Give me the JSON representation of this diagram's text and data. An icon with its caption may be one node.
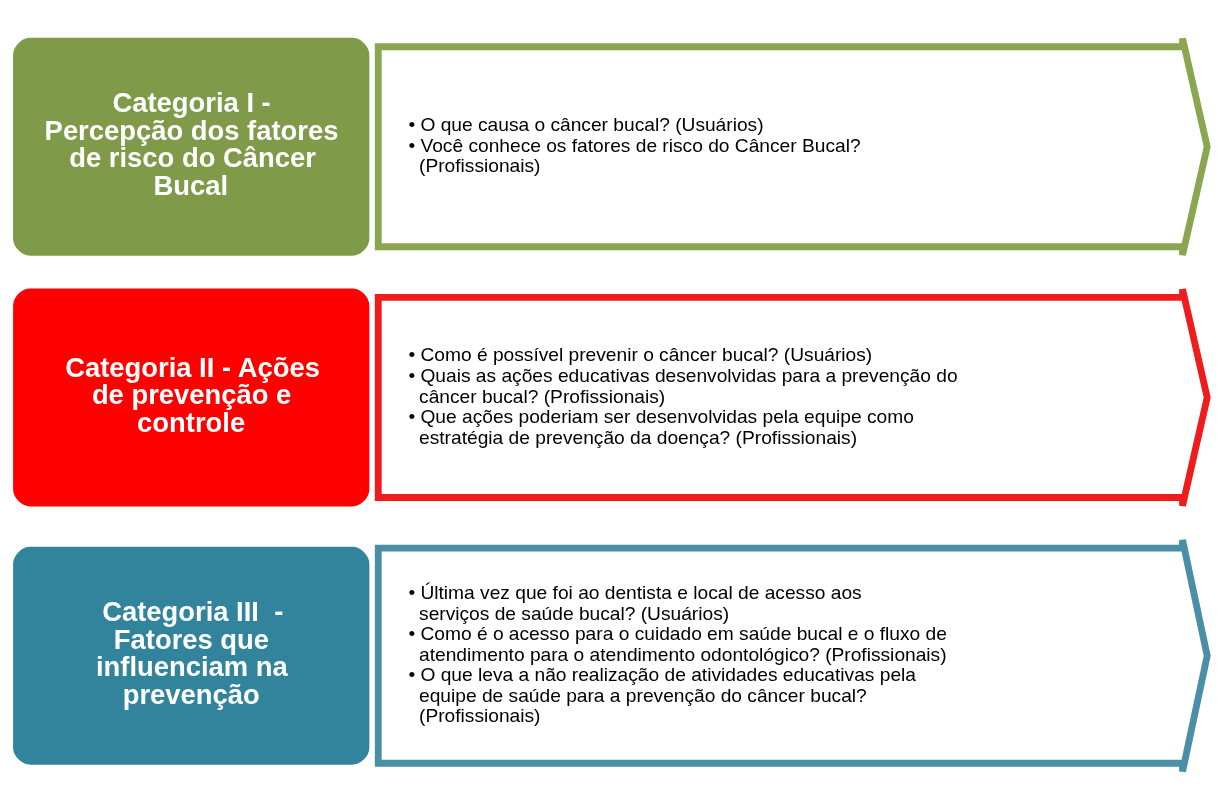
{
  "diagram": {
    "nodes": [
      {
        "text": [
          "Categoria I - Percepção dos fatores de risco do Câncer Bucal"
        ]
      },
      {
        "text": [
          "• O que causa o câncer bucal? (Usuários)",
          "• Você conhece os fatores de risco do Câncer Bucal? (Profissionais)"
        ]
      },
      {
        "text": [
          "Categoria II - Ações de prevenção e controle"
        ]
      },
      {
        "text": [
          "• Como é possível prevenir o câncer bucal? (Usuários)",
          "• Quais as ações educativas desenvolvidas para a prevenção do câncer bucal? (Profissionais)",
          "• Que ações poderiam ser desenvolvidas pela equipe como estratégia de prevenção da doença? (Profissionais)"
        ]
      },
      {
        "text": [
          "Categoria III  - Fatores que influenciam na prevenção"
        ]
      },
      {
        "text": [
          "• Última vez que foi ao dentista e local de acesso aos serviços de saúde bucal? (Usuários)",
          "• Como é o acesso para o cuidado em saúde bucal e o fluxo de atendimento para o atendimento odontológico? (Profissionais)",
          "• O que leva a não realização de atividades educativas pela equipe de saúde para a prevenção do câncer bucal? (Profissionais)"
        ]
      }
    ],
    "edges": []
  }
}
